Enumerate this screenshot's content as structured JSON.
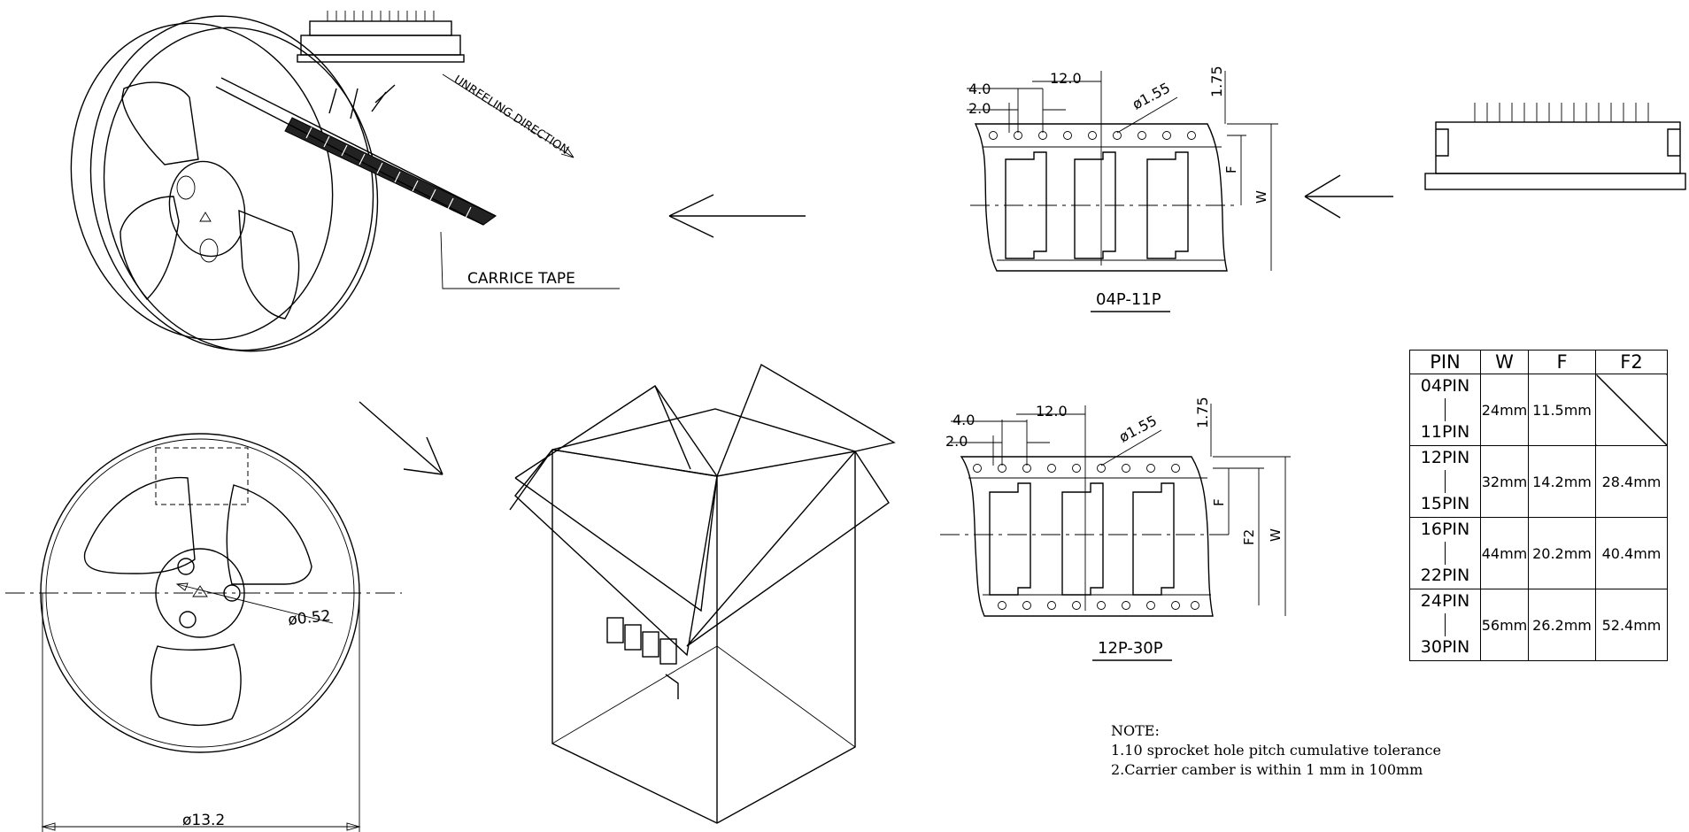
{
  "reel": {
    "carrier_label": "CARRICE TAPE",
    "direction_label": "UNREELING DIRECTION"
  },
  "reel_front": {
    "hub_dim": "ø0.52",
    "outer_dim": "ø13.2"
  },
  "tape_small": {
    "dim_pitch_a": "4.0",
    "dim_pitch_b": "2.0",
    "dim_pitch_c": "12.0",
    "dim_hole": "ø1.55",
    "dim_edge": "1.75",
    "dim_f": "F",
    "dim_w": "W",
    "caption": "04P-11P"
  },
  "tape_large": {
    "dim_pitch_a": "4.0",
    "dim_pitch_b": "2.0",
    "dim_pitch_c": "12.0",
    "dim_hole": "ø1.55",
    "dim_edge": "1.75",
    "dim_f": "F",
    "dim_f2": "F2",
    "dim_w": "W",
    "caption": "12P-30P"
  },
  "pin_table": {
    "headers": [
      "PIN",
      "W",
      "F",
      "F2"
    ],
    "rows": [
      {
        "pin_from": "04PIN",
        "pin_to": "11PIN",
        "w": "24mm",
        "f": "11.5mm",
        "f2": ""
      },
      {
        "pin_from": "12PIN",
        "pin_to": "15PIN",
        "w": "32mm",
        "f": "14.2mm",
        "f2": "28.4mm"
      },
      {
        "pin_from": "16PIN",
        "pin_to": "22PIN",
        "w": "44mm",
        "f": "20.2mm",
        "f2": "40.4mm"
      },
      {
        "pin_from": "24PIN",
        "pin_to": "30PIN",
        "w": "56mm",
        "f": "26.2mm",
        "f2": "52.4mm"
      }
    ]
  },
  "notes": {
    "title": "NOTE:",
    "line1": "1.10 sprocket hole pitch cumulative tolerance",
    "line2": "2.Carrier camber is within 1 mm in 100mm"
  }
}
